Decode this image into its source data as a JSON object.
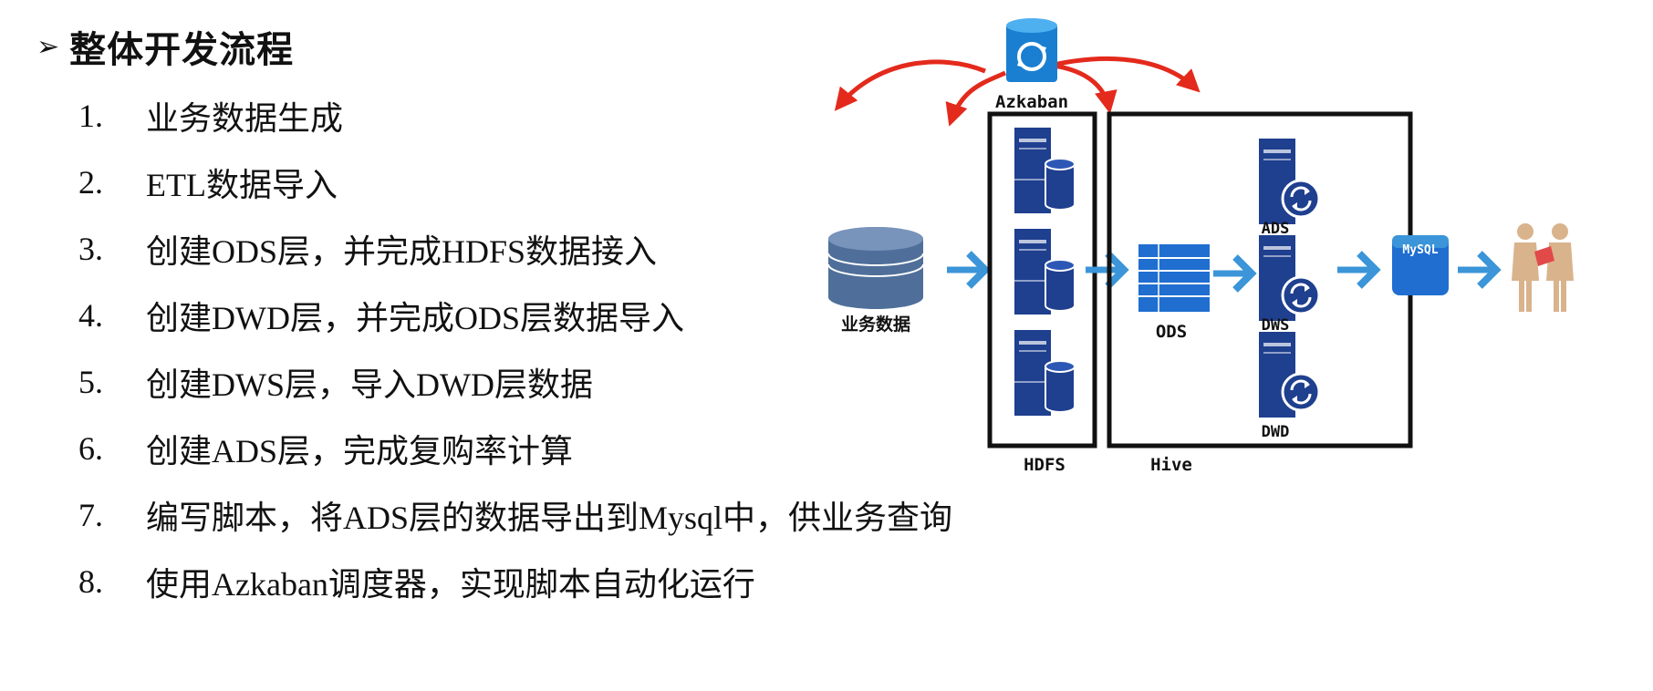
{
  "heading": {
    "bullet": "➢",
    "title": "整体开发流程"
  },
  "steps": [
    {
      "num": "1.",
      "text": "业务数据生成"
    },
    {
      "num": "2.",
      "text": "ETL数据导入"
    },
    {
      "num": "3.",
      "text": "创建ODS层，并完成HDFS数据接入"
    },
    {
      "num": "4.",
      "text": "创建DWD层，并完成ODS层数据导入"
    },
    {
      "num": "5.",
      "text": "创建DWS层，导入DWD层数据"
    },
    {
      "num": "6.",
      "text": "创建ADS层，完成复购率计算"
    },
    {
      "num": "7.",
      "text": "编写脚本，将ADS层的数据导出到Mysql中，供业务查询"
    },
    {
      "num": "8.",
      "text": "使用Azkaban调度器，实现脚本自动化运行"
    }
  ],
  "diagram": {
    "scheduler_label": "Azkaban",
    "source_label": "业务数据",
    "hdfs_label": "HDFS",
    "hive_label": "Hive",
    "ods_label": "ODS",
    "ads_label": "ADS",
    "dws_label": "DWS",
    "dwd_label": "DWD",
    "mysql_label": "MySQL",
    "colors": {
      "server_blue": "#1f3f8f",
      "flow_arrow": "#3b95d8",
      "schedule_arrow": "#e32a1c",
      "db_cylinder": "#4f6f9a",
      "azkaban_icon": "#1a7fd0",
      "users": "#d9b38c"
    }
  }
}
